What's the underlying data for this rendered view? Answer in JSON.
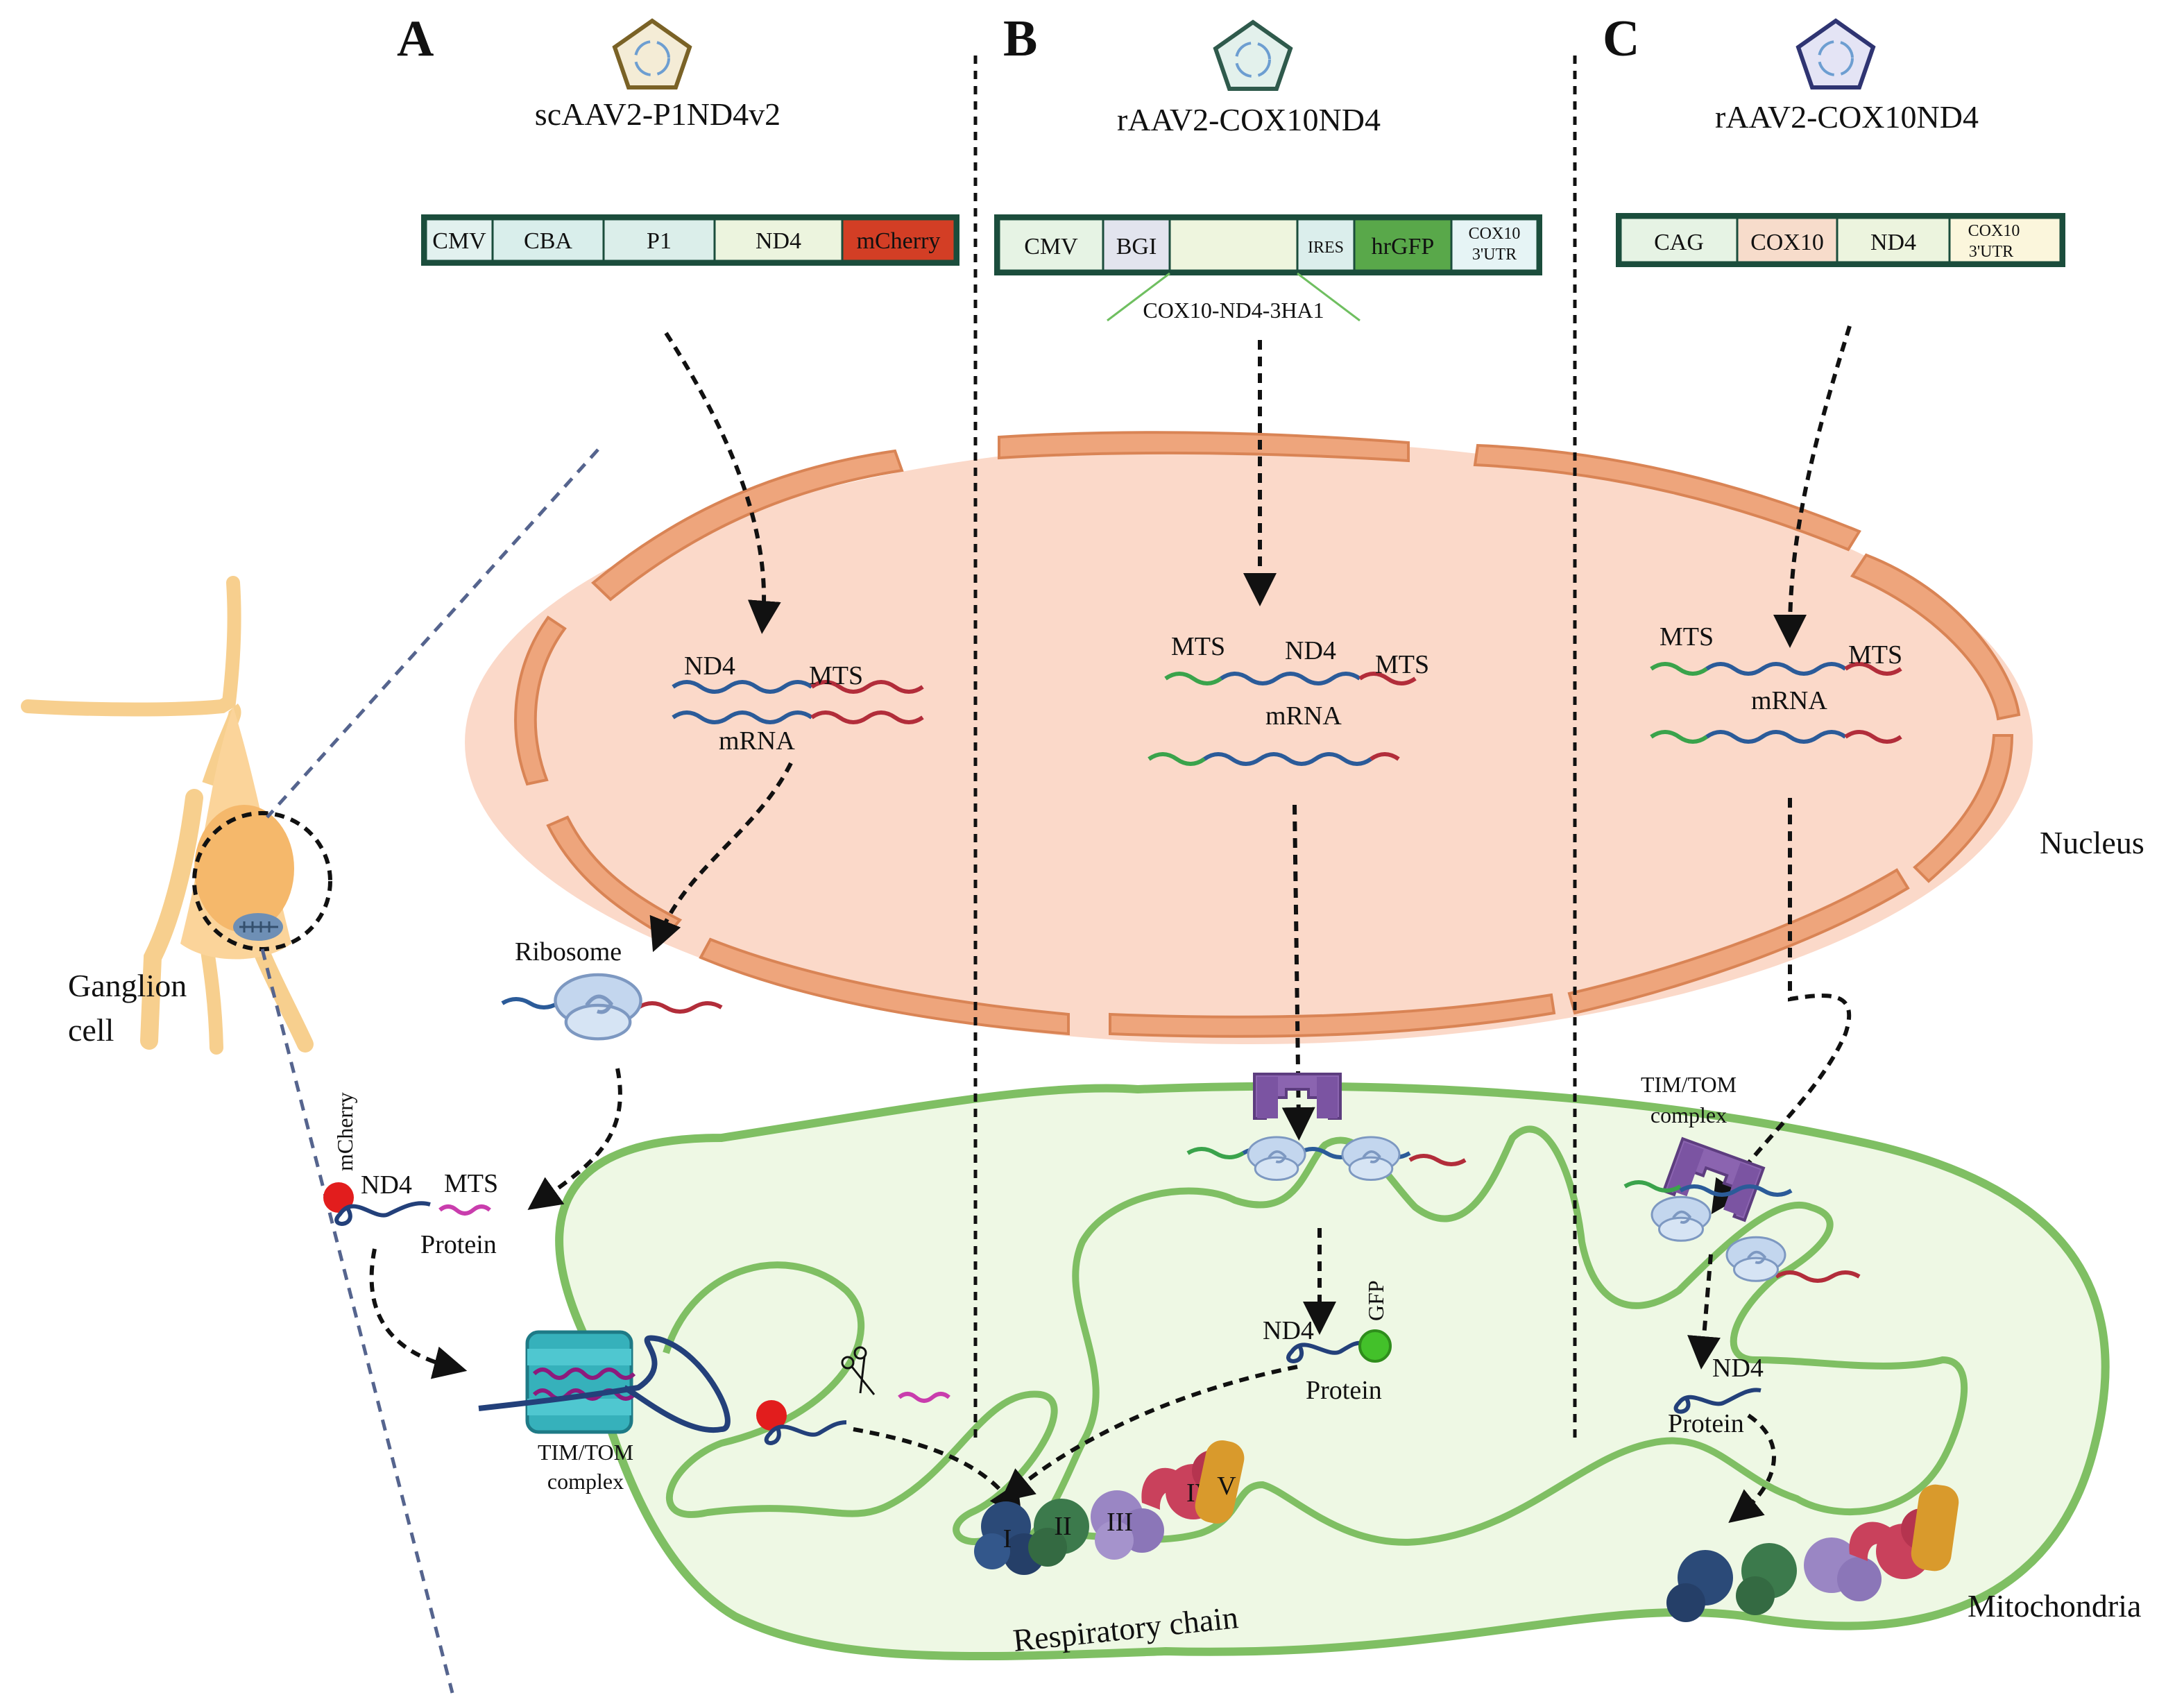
{
  "panels": [
    {
      "letter": "A",
      "vector": "scAAV2-P1ND4v2",
      "segments": [
        "CMV",
        "CBA",
        "P1",
        "ND4",
        "mCherry"
      ],
      "mrna_labels": {
        "nd4": "ND4",
        "mts": "MTS",
        "mrna": "mRNA"
      },
      "ribosome": "Ribosome",
      "protein": {
        "tag": "mCherry",
        "nd4": "ND4",
        "mts": "MTS",
        "protein": "Protein"
      },
      "tim_tom": [
        "TIM/TOM",
        "complex"
      ]
    },
    {
      "letter": "B",
      "vector": "rAAV2-COX10ND4",
      "segments": [
        "CMV",
        "BGI",
        "",
        "IRES",
        "hrGFP",
        "COX10",
        "3'UTR"
      ],
      "insert_label": "COX10-ND4-3HA1",
      "mrna_labels": {
        "mts_left": "MTS",
        "nd4": "ND4",
        "mts_right": "MTS",
        "mrna": "mRNA"
      },
      "protein": {
        "nd4": "ND4",
        "gfp": "GFP",
        "protein": "Protein"
      }
    },
    {
      "letter": "C",
      "vector": "rAAV2-COX10ND4",
      "segments": [
        "CAG",
        "COX10",
        "ND4",
        "COX10",
        "3'UTR"
      ],
      "mrna_labels": {
        "mts_left": "MTS",
        "mts_right": "MTS",
        "mrna": "mRNA"
      },
      "tim_tom": [
        "TIM/TOM",
        "complex"
      ],
      "protein": {
        "nd4": "ND4",
        "protein": "Protein"
      }
    }
  ],
  "cell_label": [
    "Ganglion",
    "cell"
  ],
  "nucleus_label": "Nucleus",
  "mitochondria_label": "Mitochondria",
  "respiratory_chain_label": "Respiratory chain",
  "complexes": [
    "I",
    "II",
    "III",
    "IV",
    "V"
  ],
  "colors": {
    "nucleus_fill": "#fbd9c9",
    "nuclear_envelope": "#eea57c",
    "mito_fill": "#eef8e4",
    "mito_membrane": "#7fbf63",
    "mcherry": "#d9412b",
    "gfp": "#55a83d",
    "tim_tom_purple": "#8b64b0",
    "complex_I": "#2b4a78",
    "complex_II": "#3c7a4c",
    "complex_III": "#9a86c4",
    "complex_IV": "#c9415c",
    "complex_V": "#d99a2c"
  }
}
